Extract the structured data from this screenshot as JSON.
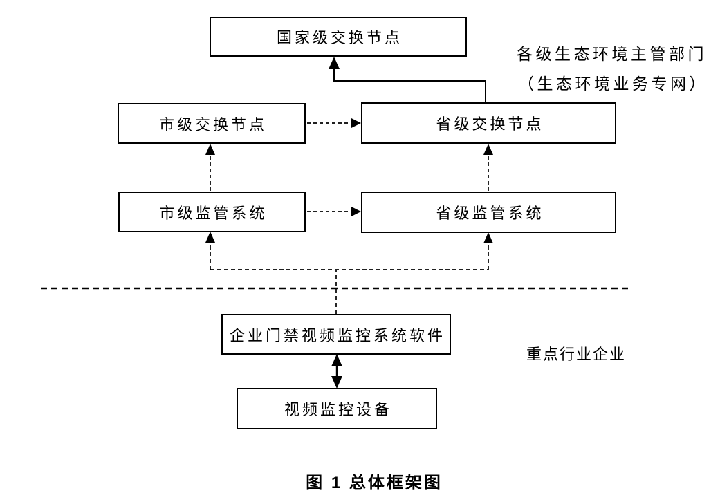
{
  "diagram": {
    "title_caption": "图 1 总体框架图",
    "nodes": {
      "national_exchange": "国家级交换节点",
      "city_exchange": "市级交换节点",
      "provincial_exchange": "省级交换节点",
      "city_supervision": "市级监管系统",
      "provincial_supervision": "省级监管系统",
      "enterprise_software": "企业门禁视频监控系统软件",
      "video_device": "视频监控设备"
    },
    "annotations": {
      "government_zone_line1": "各级生态环境主管部门",
      "government_zone_line2": "（生态环境业务专网）",
      "enterprise_zone": "重点行业企业"
    },
    "edges": [
      {
        "from": "provincial_exchange",
        "to": "national_exchange",
        "style": "solid",
        "arrow": "to"
      },
      {
        "from": "city_exchange",
        "to": "provincial_exchange",
        "style": "dashed",
        "arrow": "to"
      },
      {
        "from": "city_supervision",
        "to": "city_exchange",
        "style": "dashed",
        "arrow": "to"
      },
      {
        "from": "city_supervision",
        "to": "provincial_supervision",
        "style": "dashed",
        "arrow": "to"
      },
      {
        "from": "provincial_supervision",
        "to": "provincial_exchange",
        "style": "dashed",
        "arrow": "to"
      },
      {
        "from": "enterprise_software",
        "to": "city_supervision",
        "style": "dashed",
        "arrow": "to"
      },
      {
        "from": "enterprise_software",
        "to": "provincial_supervision",
        "style": "dashed",
        "arrow": "to"
      },
      {
        "from": "enterprise_software",
        "to": "video_device",
        "style": "solid",
        "arrow": "both"
      }
    ],
    "separator": {
      "style": "dashed",
      "orientation": "horizontal"
    },
    "colors": {
      "line": "#000000",
      "background": "#ffffff",
      "box_fill": "#ffffff",
      "text": "#000000"
    }
  }
}
